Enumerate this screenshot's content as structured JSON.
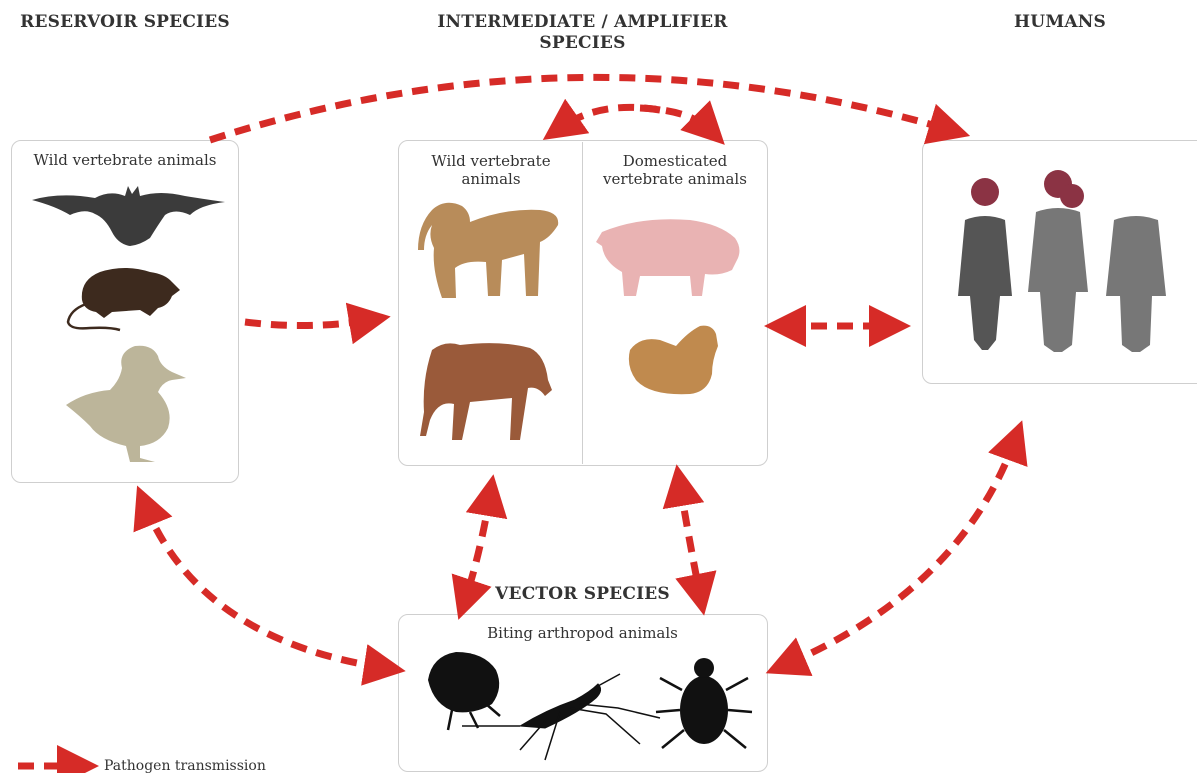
{
  "titles": {
    "reservoir": "RESERVOIR SPECIES",
    "intermediate": "INTERMEDIATE / AMPLIFIER SPECIES",
    "humans": "HUMANS",
    "vector": "VECTOR SPECIES"
  },
  "boxes": {
    "reservoir_label": "Wild vertebrate animals",
    "intermediate_wild_label": "Wild vertebrate animals",
    "intermediate_domestic_label": "Domesticated vertebrate animals",
    "vector_label": "Biting arthropod animals"
  },
  "legend": {
    "label": "Pathogen transmission"
  },
  "colors": {
    "arrow": "#d62b27",
    "bat": "#3b3b3b",
    "rat": "#3d2a1e",
    "duck": "#bcb59a",
    "monkey": "#b88c5a",
    "deer": "#9a5a3a",
    "pig": "#e9b3b3",
    "chicken": "#c08a4e",
    "human_a": "#555555",
    "human_b": "#777777",
    "head": "#8b3344",
    "insect": "#111111"
  },
  "icons": [
    "bat-icon",
    "rat-icon",
    "duck-icon",
    "monkey-icon",
    "deer-icon",
    "pig-icon",
    "chicken-icon",
    "human-icon",
    "flea-icon",
    "mosquito-icon",
    "tick-icon"
  ]
}
